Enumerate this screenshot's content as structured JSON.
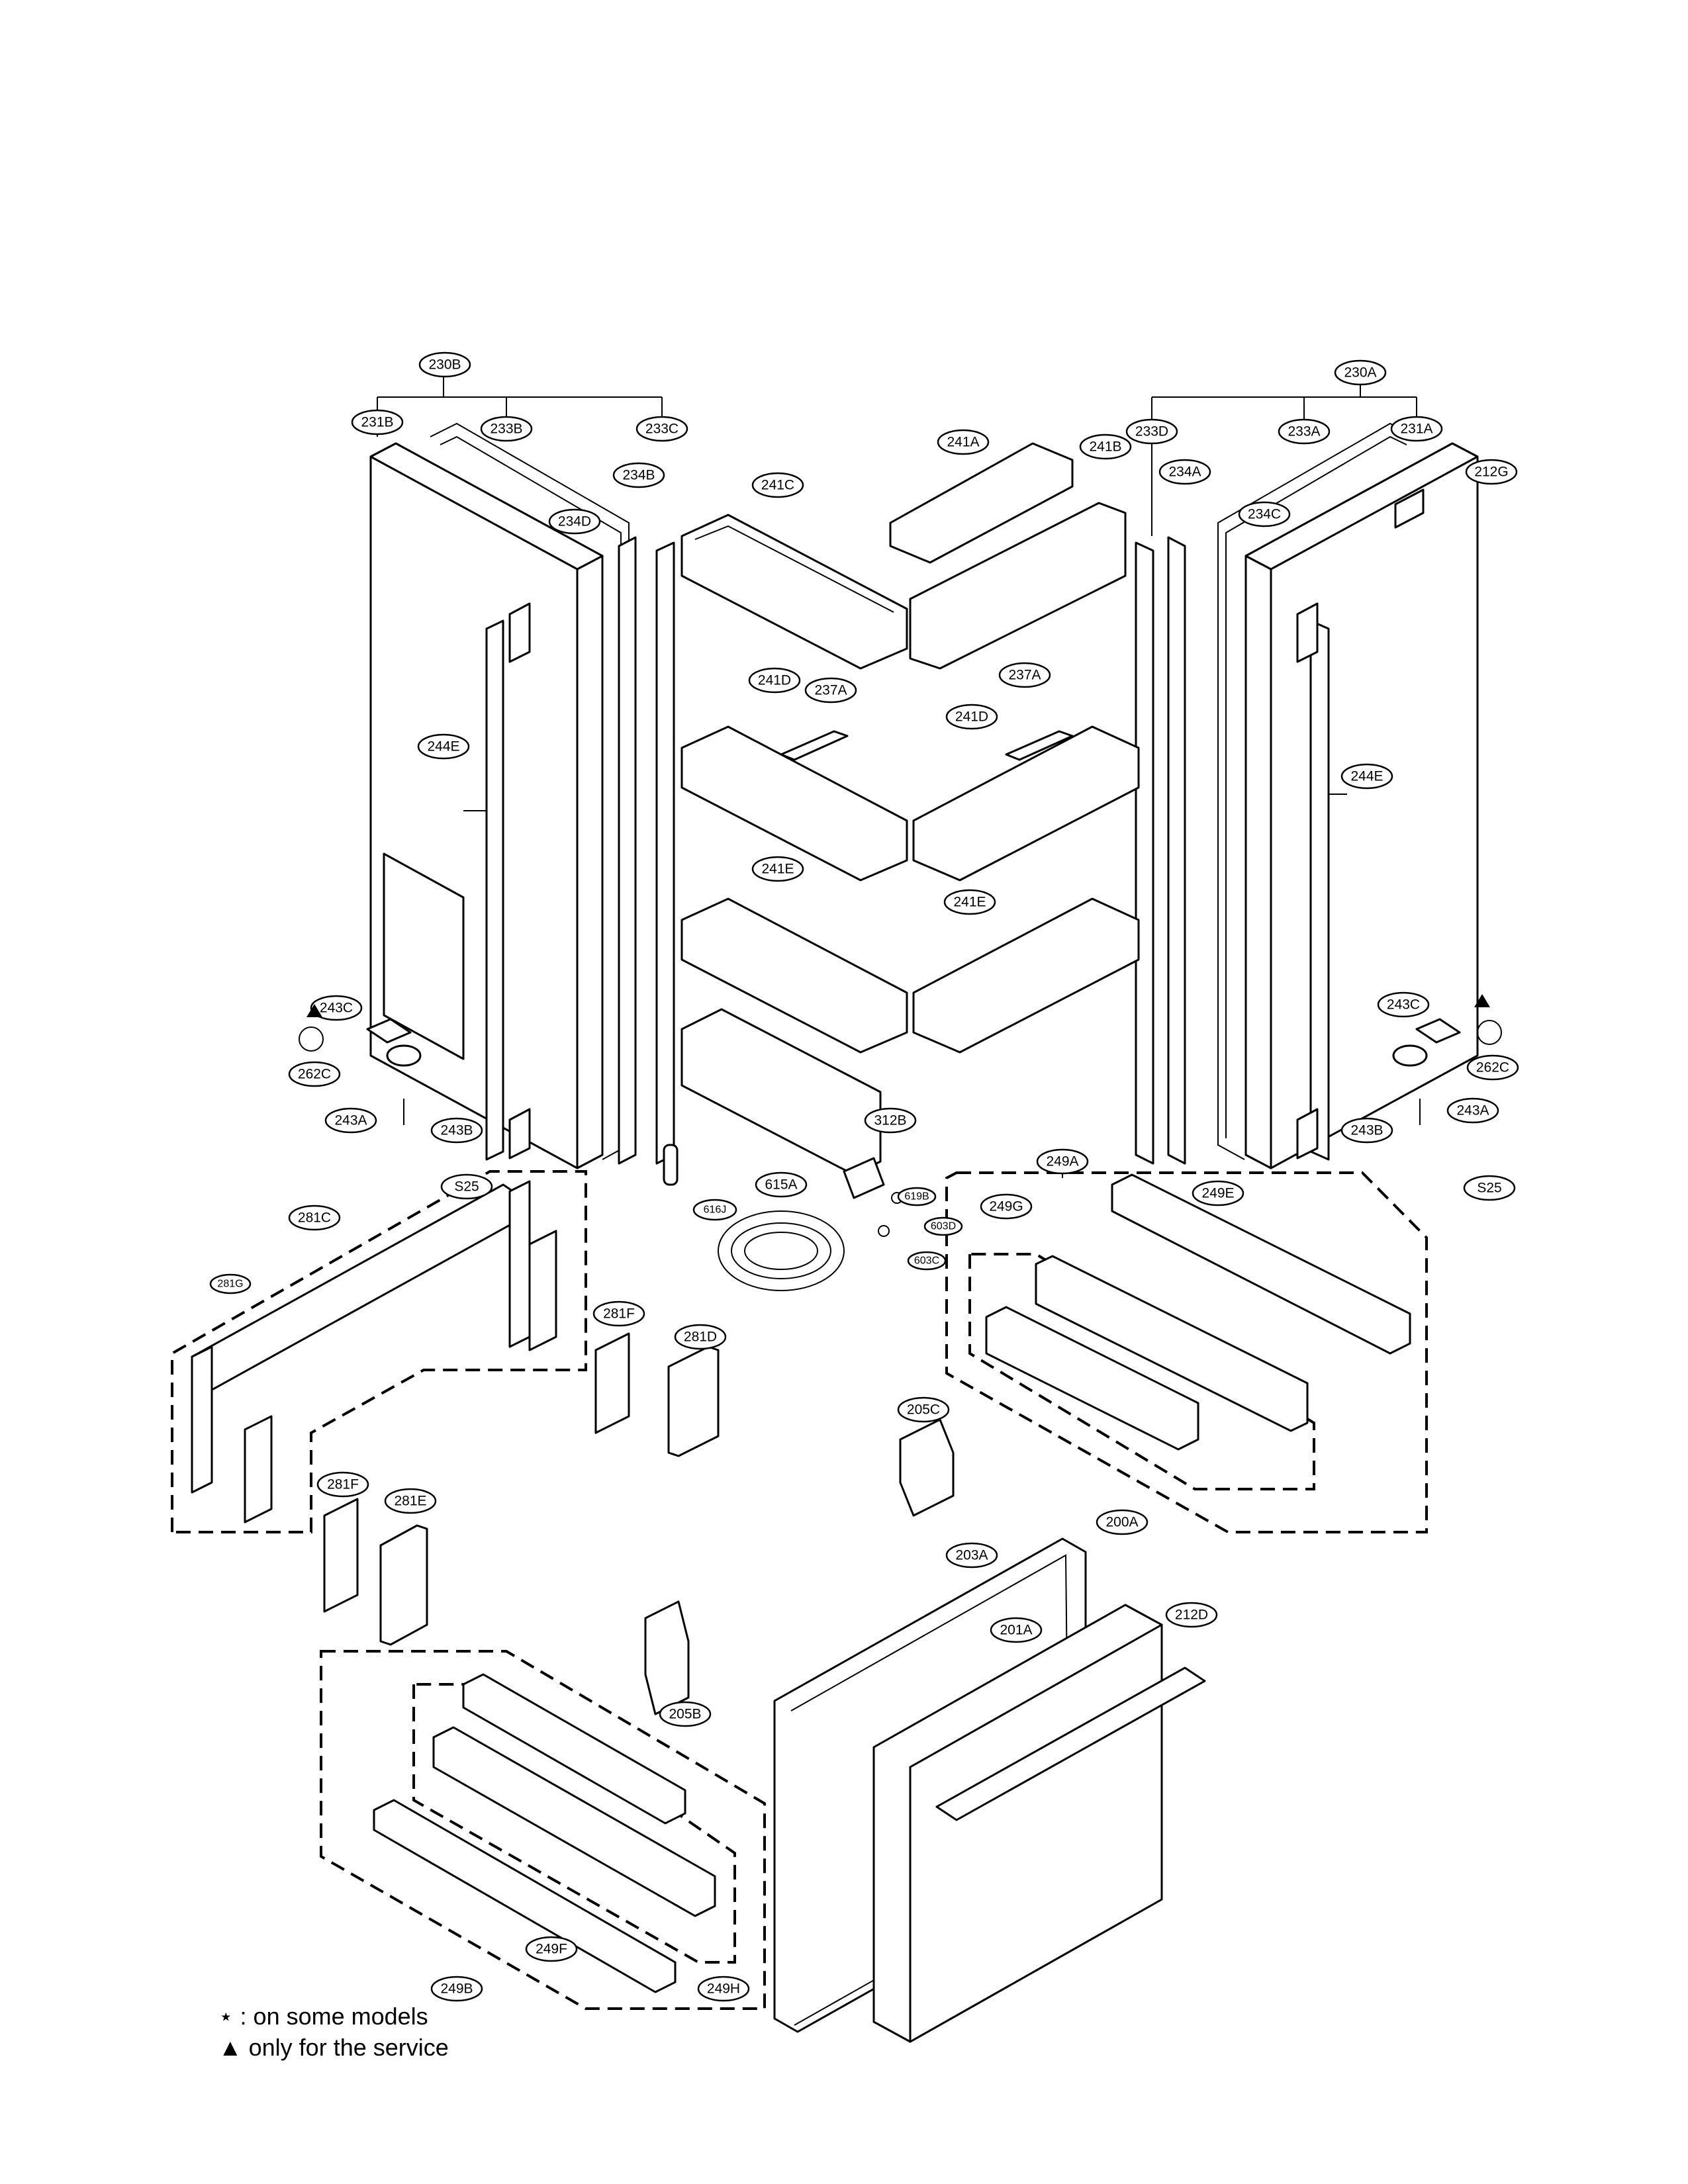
{
  "callouts": {
    "c230B": "230B",
    "c231B": "231B",
    "c233B": "233B",
    "c233C": "233C",
    "c234B": "234B",
    "c234D": "234D",
    "c230A": "230A",
    "c231A": "231A",
    "c233A": "233A",
    "c233D": "233D",
    "c234A": "234A",
    "c234C": "234C",
    "c212G": "212G",
    "c241A": "241A",
    "c241B": "241B",
    "c241C": "241C",
    "c241D_l": "241D",
    "c241D_r": "241D",
    "c237A_l": "237A",
    "c237A_r": "237A",
    "c241E_l": "241E",
    "c241E_r": "241E",
    "c244E_l": "244E",
    "c244E_r": "244E",
    "c243C_l": "243C",
    "c243C_r": "243C",
    "c262C_l": "262C",
    "c262C_r": "262C",
    "c243A_l": "243A",
    "c243A_r": "243A",
    "c243B_l": "243B",
    "c243B_r": "243B",
    "cS25_l": "S25",
    "cS25_r": "S25",
    "c312B": "312B",
    "c616J": "616J",
    "c615A": "615A",
    "c619B": "619B",
    "c603D": "603D",
    "c603C": "603C",
    "c249A": "249A",
    "c249G": "249G",
    "c249E": "249E",
    "c281C": "281C",
    "c281G": "281G",
    "c281F_a": "281F",
    "c281D": "281D",
    "c281F_b": "281F",
    "c281E": "281E",
    "c205C": "205C",
    "c200A": "200A",
    "c203A": "203A",
    "c201A": "201A",
    "c212D": "212D",
    "c205B": "205B",
    "c249B": "249B",
    "c249F": "249F",
    "c249H": "249H"
  },
  "legend": {
    "some_models": "⋆ : on some models",
    "service_only": "▲ only for the service"
  }
}
